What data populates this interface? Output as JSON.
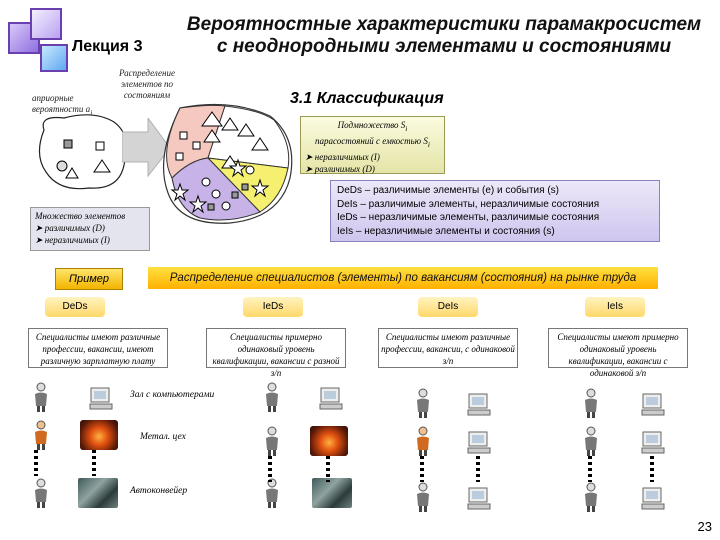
{
  "title_line1": "Вероятностные характеристики парамакросистем",
  "title_line2": "с неоднородными элементами и состояниями",
  "lecture": "Лекция 3",
  "apriori_label_1": "априорные",
  "apriori_label_2": "вероятности a",
  "apriori_sub": "i",
  "distribution_label_1": "Распределение",
  "distribution_label_2": "элементов по",
  "distribution_label_3": "состояниям",
  "section_title": "3.1 Классификация",
  "subset_box": {
    "line1": "Подмножество S",
    "line1_sub": "i",
    "line2": "парасостояний с емкостью S",
    "line2_sub": "i",
    "item1": "неразличимых (I)",
    "item2": "различимых (D)"
  },
  "codes": [
    "DeDs – различимые элементы (e) и события (s)",
    "DeIs – различимые элементы, неразличимые состояния",
    "IeDs – неразличимые элементы, различимые состояния",
    "IeIs – неразличимые элементы и состояния (s)"
  ],
  "set_box": {
    "title": "Множество элементов",
    "item1": "различимых (D)",
    "item2": "неразличимых (I)"
  },
  "example_label": "Пример",
  "banner": "Распределение специалистов (элементы) по вакансиям (состояния) на рынке труда",
  "columns": [
    {
      "code": "DeDs",
      "desc": "Специалисты имеют различные профессии, вакансии, имеют различную зарплатную плату"
    },
    {
      "code": "IeDs",
      "desc": "Специалисты примерно одинаковый уровень квалификации, вакансии с разной з/п"
    },
    {
      "code": "DeIs",
      "desc": "Специалисты имеют различные профессии, вакансии, с одинаковой з/п"
    },
    {
      "code": "IeIs",
      "desc": "Специалисты имеют примерно одинаковый уровень квалификации, вакансии с одинаковой з/п"
    }
  ],
  "rows": {
    "computers": "Зал с компьютерами",
    "metal": "Метал. цех",
    "conveyor": "Автоконвейер"
  },
  "page_number": "23",
  "colors": {
    "banner": "#ffc21a",
    "title_purple": "#6a3fb0",
    "pink_sector": "#f6c9c0",
    "yellow_sector": "#f5f070",
    "purple_sector": "#c7b3e8"
  }
}
